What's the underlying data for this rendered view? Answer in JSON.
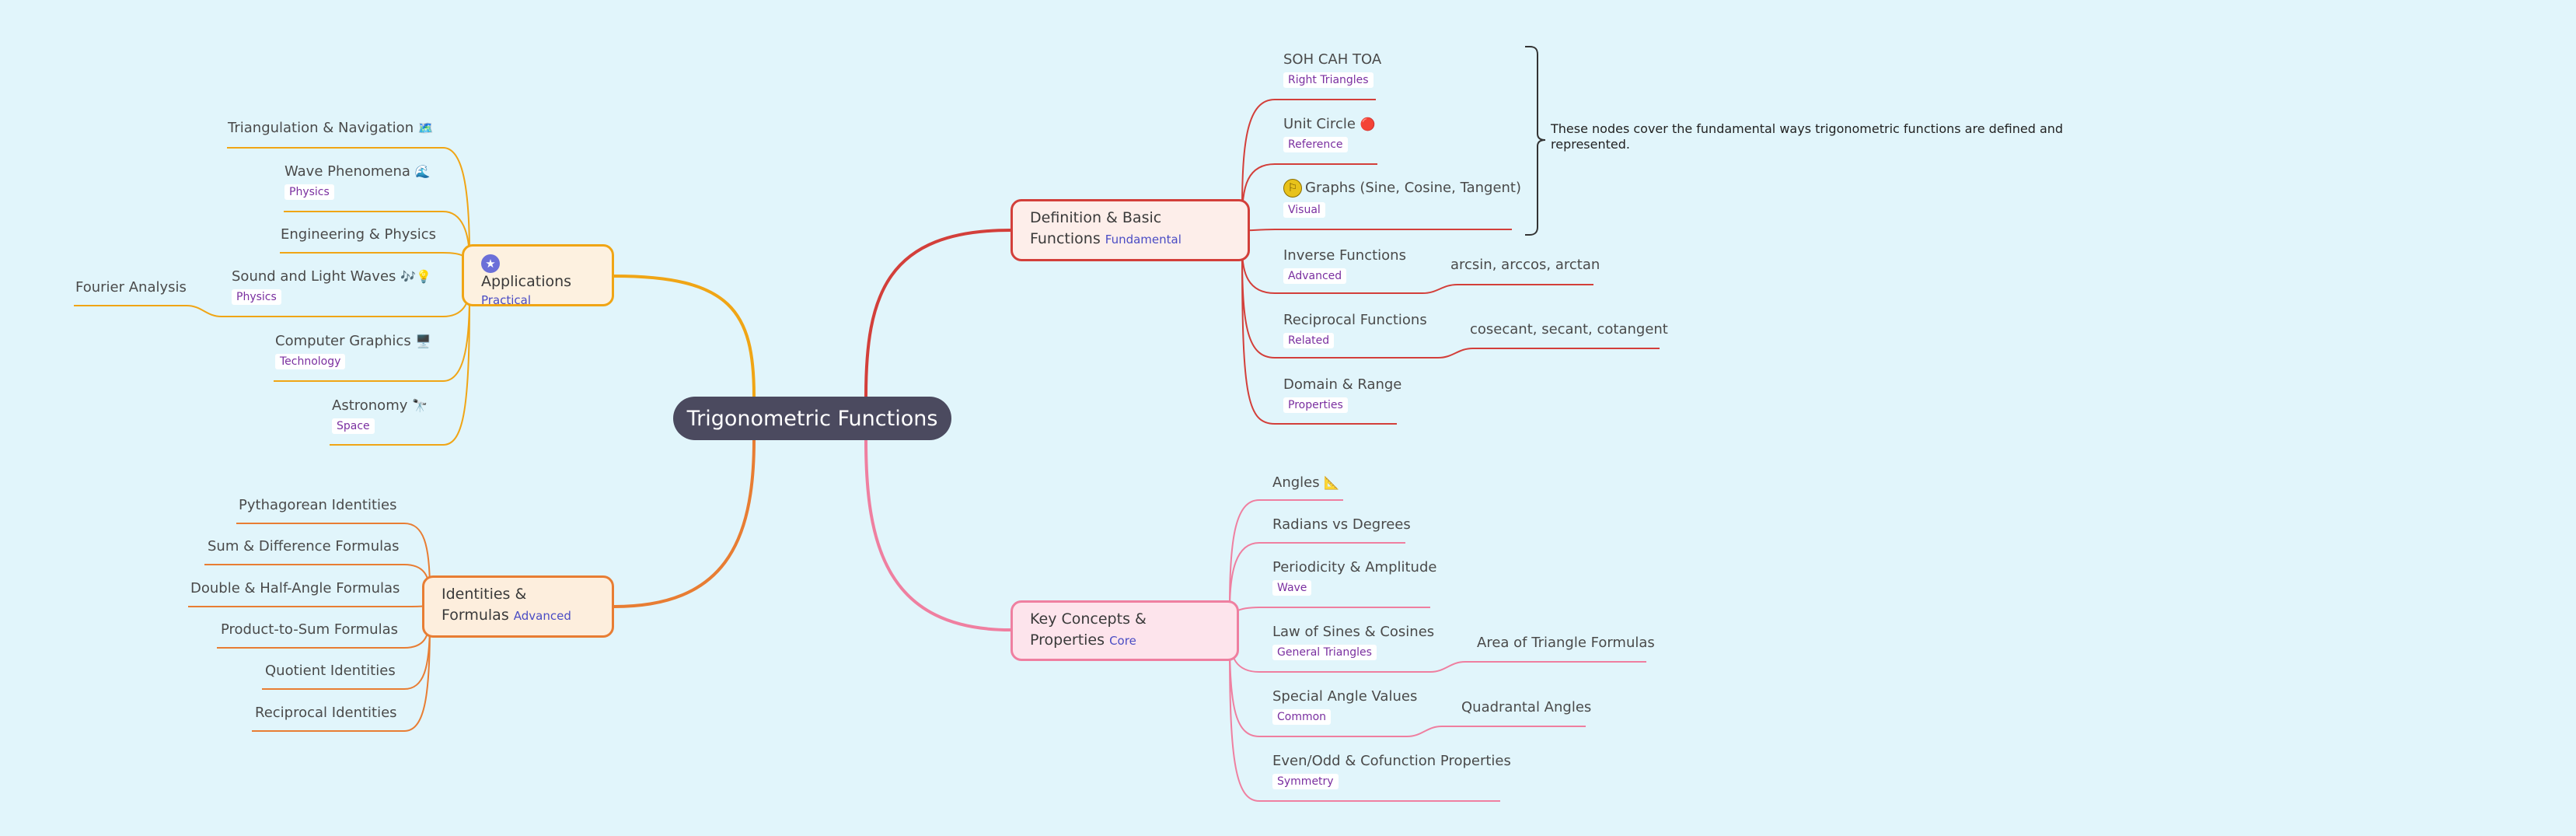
{
  "root": {
    "title": "Trigonometric Functions"
  },
  "definition": {
    "title": "Definition & Basic Functions",
    "tag": "Fundamental",
    "children": [
      {
        "label": "SOH CAH TOA",
        "tag": "Right Triangles"
      },
      {
        "label": "Unit Circle",
        "icon": "🔴",
        "tag": "Reference"
      },
      {
        "label": "Graphs (Sine, Cosine, Tangent)",
        "tag": "Visual"
      },
      {
        "label": "Inverse Functions",
        "tag": "Advanced",
        "sub": "arcsin, arccos, arctan"
      },
      {
        "label": "Reciprocal Functions",
        "tag": "Related",
        "sub": "cosecant, secant, cotangent"
      },
      {
        "label": "Domain & Range",
        "tag": "Properties"
      }
    ],
    "note": "These nodes cover the fundamental ways trigonometric functions are defined and represented."
  },
  "key_concepts": {
    "title": "Key Concepts & Properties",
    "tag": "Core",
    "children": [
      {
        "label": "Angles",
        "icon": "📐"
      },
      {
        "label": "Radians vs Degrees"
      },
      {
        "label": "Periodicity & Amplitude",
        "tag": "Wave"
      },
      {
        "label": "Law of Sines & Cosines",
        "tag": "General Triangles",
        "sub": "Area of Triangle Formulas"
      },
      {
        "label": "Special Angle Values",
        "tag": "Common",
        "sub": "Quadrantal Angles"
      },
      {
        "label": "Even/Odd & Cofunction Properties",
        "tag": "Symmetry"
      }
    ]
  },
  "applications": {
    "title": "Applications",
    "tag": "Practical",
    "children": [
      {
        "label": "Triangulation & Navigation",
        "icon": "🗺️"
      },
      {
        "label": "Wave Phenomena",
        "icon": "🌊",
        "tag": "Physics"
      },
      {
        "label": "Engineering & Physics"
      },
      {
        "label": "Sound and Light Waves",
        "icon": "🎶💡",
        "tag": "Physics",
        "sub": "Fourier Analysis"
      },
      {
        "label": "Computer Graphics",
        "icon": "🖥️",
        "tag": "Technology"
      },
      {
        "label": "Astronomy",
        "icon": "🔭",
        "tag": "Space"
      }
    ]
  },
  "identities": {
    "title": "Identities & Formulas",
    "tag": "Advanced",
    "children": [
      {
        "label": "Pythagorean Identities"
      },
      {
        "label": "Sum & Difference Formulas"
      },
      {
        "label": "Double & Half-Angle Formulas"
      },
      {
        "label": "Product-to-Sum Formulas"
      },
      {
        "label": "Quotient Identities"
      },
      {
        "label": "Reciprocal Identities"
      }
    ]
  },
  "colors": {
    "definition": "#d33f3a",
    "key_concepts": "#ef7fa0",
    "applications": "#f0a515",
    "identities": "#e87d33",
    "root": "#4b4a5f"
  }
}
